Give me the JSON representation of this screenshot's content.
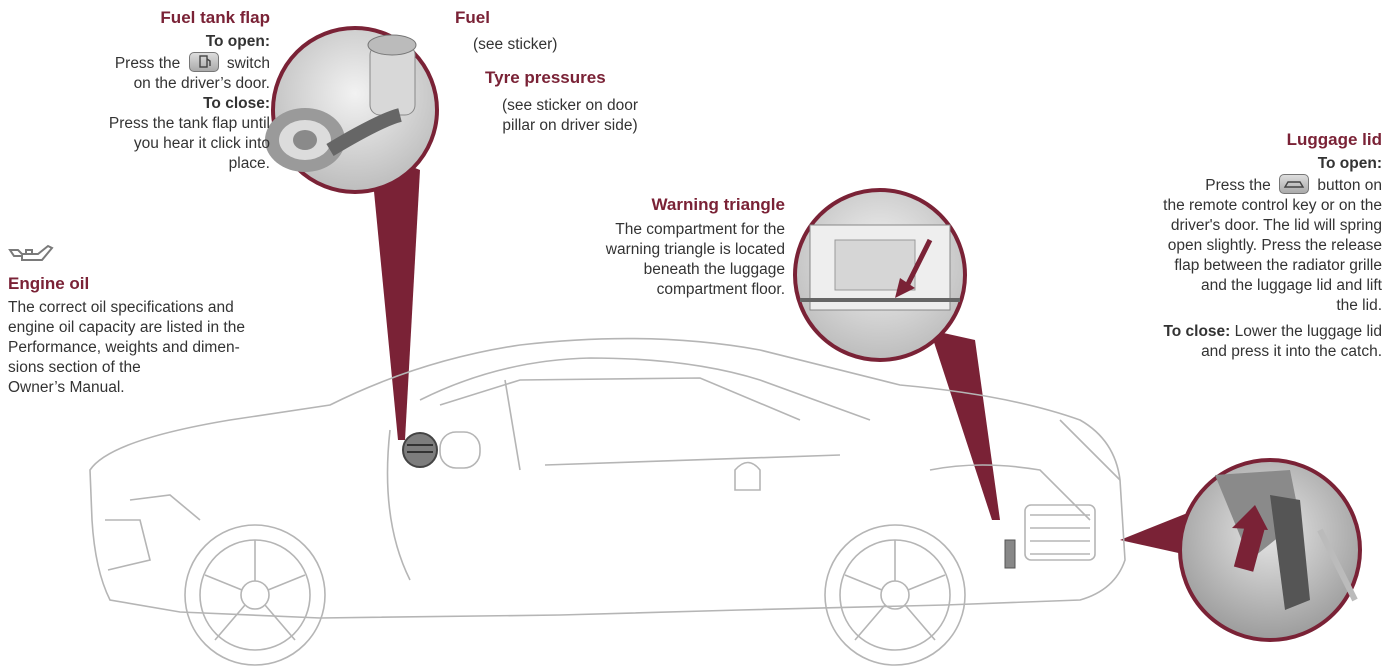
{
  "fuel_tank_flap": {
    "title": "Fuel tank flap",
    "open_label": "To open:",
    "open_pre": "Press the",
    "open_post": "switch",
    "open_line2": "on the driver’s door.",
    "close_label": "To close:",
    "close_lines": [
      "Press the tank flap until",
      "you hear it click into",
      "place."
    ],
    "switch_icon": "fuel-pump-switch-icon"
  },
  "fuel": {
    "title": "Fuel",
    "text": "(see sticker)"
  },
  "tyre_pressures": {
    "title": "Tyre pressures",
    "lines": [
      "(see sticker on door",
      "pillar on driver side)"
    ]
  },
  "engine_oil": {
    "icon": "oil-can-icon",
    "title": "Engine oil",
    "lines": [
      "The correct oil specifications and",
      "engine oil capacity are listed in the",
      "Performance, weights and dimen-",
      "sions section of the",
      "Owner’s Manual."
    ]
  },
  "warning_triangle": {
    "title": "Warning triangle",
    "lines": [
      "The compartment for the",
      "warning triangle is located",
      "beneath the luggage",
      "compartment floor."
    ]
  },
  "luggage_lid": {
    "title": "Luggage lid",
    "open_label": "To open:",
    "open_pre": "Press the",
    "open_post": "button on",
    "lines": [
      "the remote control key or on the",
      "driver's door. The lid will spring",
      "open slightly. Press the release",
      "flap between the radiator grille",
      "and the luggage lid and lift",
      "the lid."
    ],
    "close_label": "To close:",
    "close_text": "Lower the luggage lid",
    "close_line2": "and press it into the catch.",
    "button_icon": "car-trunk-button-icon"
  },
  "colors": {
    "accent": "#7a2236",
    "text": "#333333",
    "line": "#b5b5b5"
  }
}
